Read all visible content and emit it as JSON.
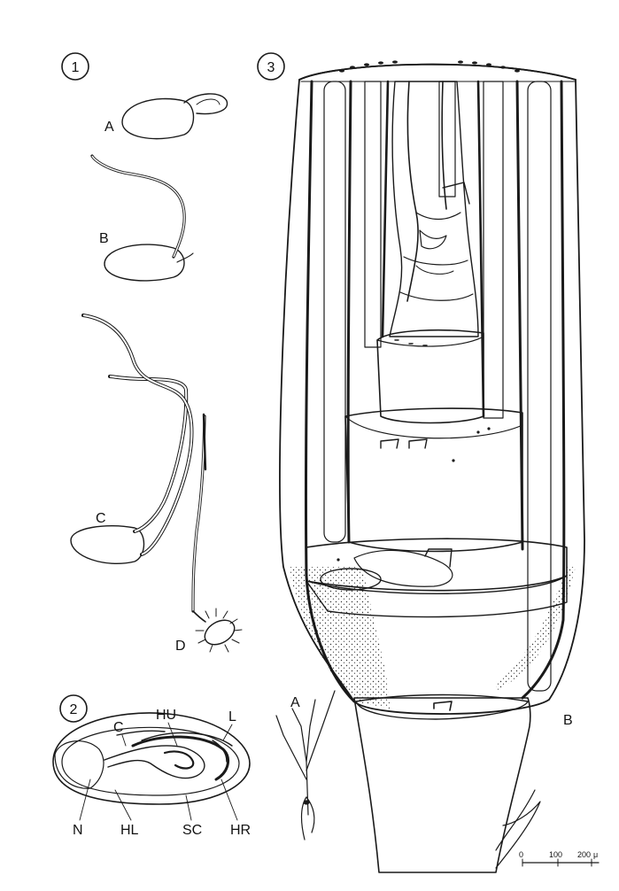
{
  "panels": {
    "p1": {
      "number": "1",
      "seed_a": "A",
      "seed_b": "B",
      "seed_c": "C",
      "seed_d": "D"
    },
    "p2": {
      "number": "2",
      "labels": {
        "c": "C",
        "hu": "HU",
        "l": "L",
        "n": "N",
        "hl": "HL",
        "sc": "SC",
        "hr": "HR"
      }
    },
    "p3": {
      "number": "3",
      "seedling_a": "A",
      "section_b": "B",
      "scale_bar": {
        "ticks": [
          "0",
          "100",
          "200"
        ],
        "unit": "μ"
      }
    }
  },
  "colors": {
    "ink": "#1a1a1a",
    "hatch": "#2a2a2a",
    "paper": "#ffffff"
  }
}
